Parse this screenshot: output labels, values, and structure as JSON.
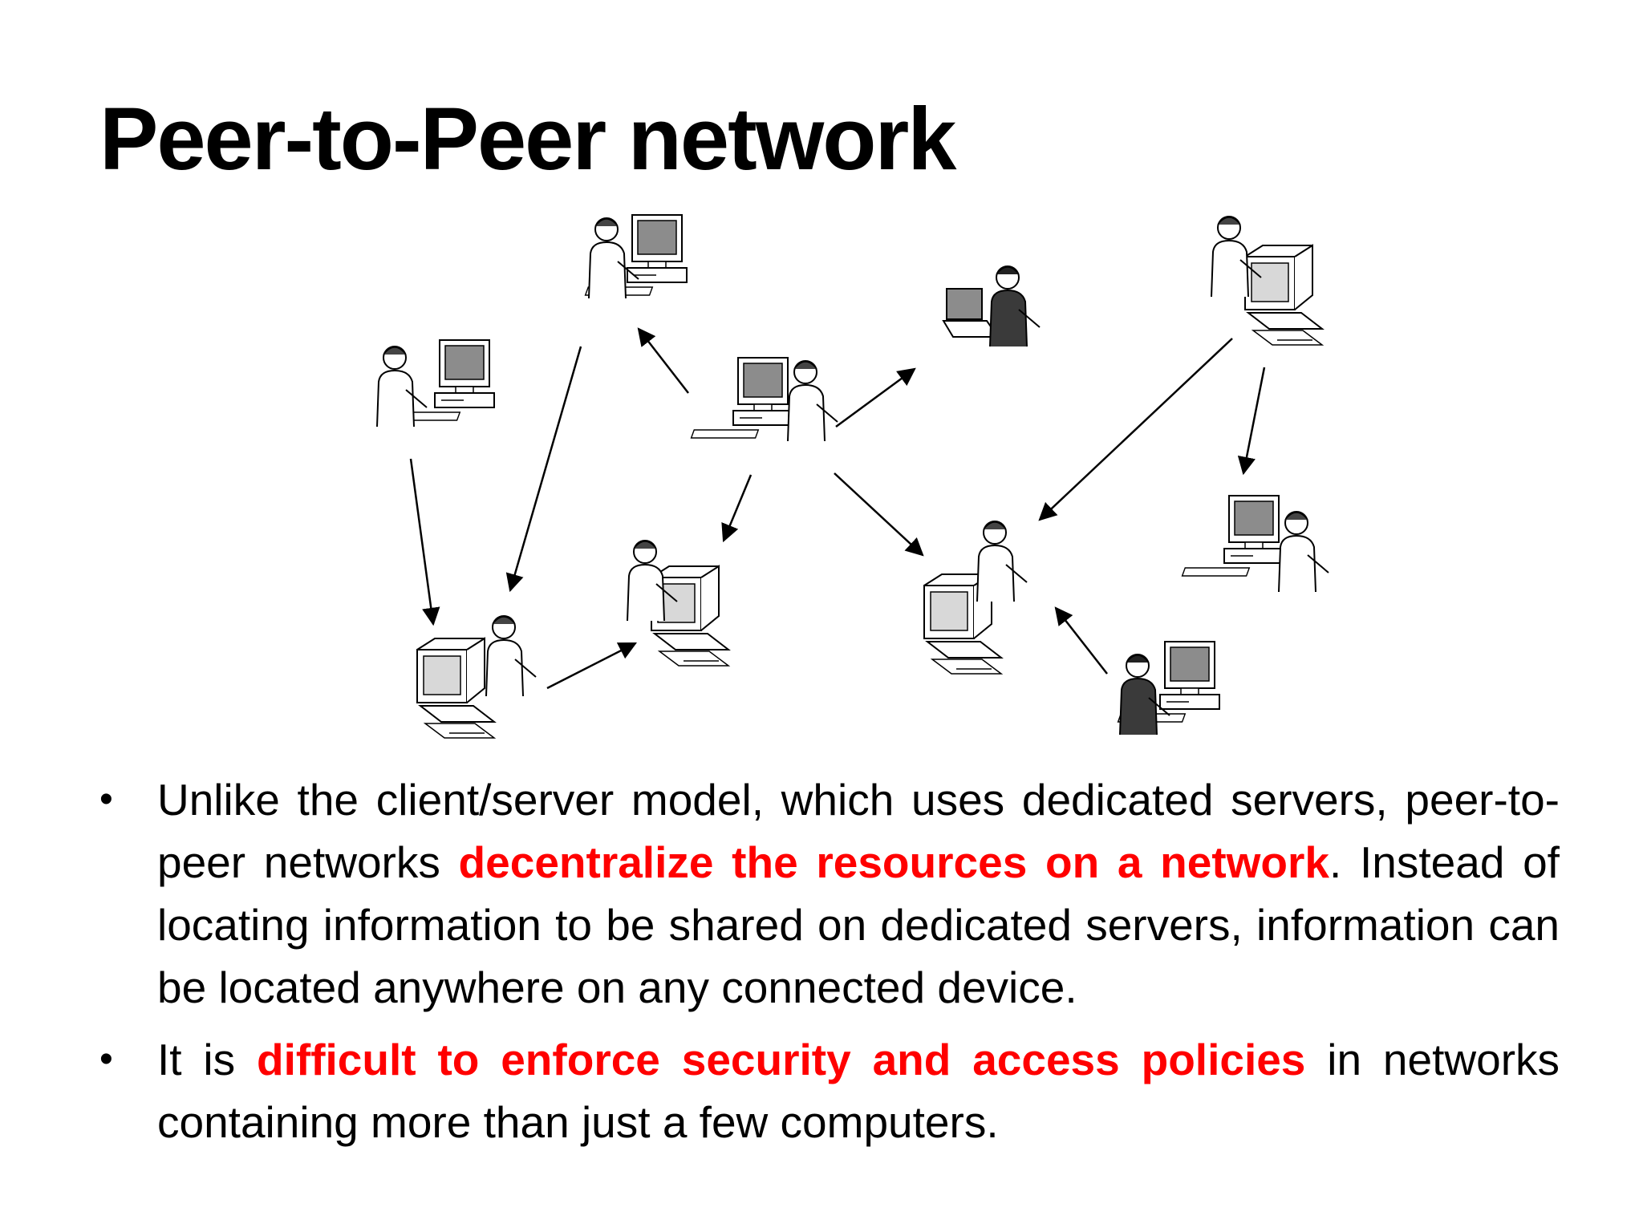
{
  "slide": {
    "title": "Peer-to-Peer network",
    "bullets": [
      {
        "marker": "•",
        "before": "Unlike the client/server model, which uses dedicated servers, peer-to-peer networks ",
        "highlight": "decentralize the resources on a network",
        "after": ". Instead of locating information to be shared on dedicated servers, information can be located anywhere on any connected device."
      },
      {
        "marker": "•",
        "before": "It is ",
        "highlight": "difficult to enforce security and access policies",
        "after": " in networks containing more than just a few computers."
      }
    ]
  },
  "diagram": {
    "nodes": [
      {
        "id": "woman-monitor-top",
        "icon": "person-monitor-icon"
      },
      {
        "id": "man-monitor-left",
        "icon": "person-monitor-icon"
      },
      {
        "id": "man-monitor-center",
        "icon": "person-monitor-icon"
      },
      {
        "id": "man-laptop",
        "icon": "person-laptop-icon"
      },
      {
        "id": "woman-tower-top-right",
        "icon": "person-tower-icon"
      },
      {
        "id": "woman-tower-bottom-left",
        "icon": "person-tower-icon"
      },
      {
        "id": "woman-tower-middle",
        "icon": "person-tower-icon"
      },
      {
        "id": "man-tower-center",
        "icon": "person-tower-icon"
      },
      {
        "id": "man-monitor-right",
        "icon": "person-monitor-icon"
      },
      {
        "id": "man-monitor-bottom-right",
        "icon": "person-monitor-icon"
      }
    ],
    "colors": {
      "line": "#000000",
      "screen": "#8c8c8c",
      "highlight": "#ff0000"
    }
  }
}
